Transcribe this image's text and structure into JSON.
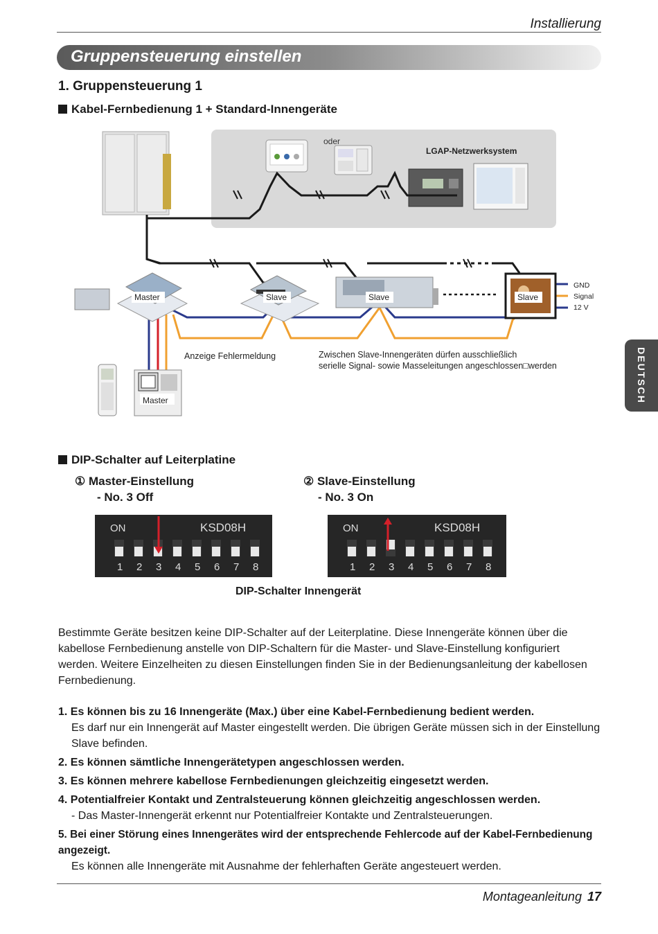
{
  "header": {
    "section": "Installierung"
  },
  "banner": {
    "title": "Gruppensteuerung einstellen"
  },
  "heading1": "1. Gruppensteuerung 1",
  "heading2": "Kabel-Fernbedienung 1 + Standard-Innengeräte",
  "diagram": {
    "oder": "oder",
    "network": "LGAP-Netzwerksystem",
    "unit_labels": [
      "Master",
      "Slave",
      "Slave",
      "Slave"
    ],
    "signal_labels": [
      "GND",
      "Signal",
      "12 V"
    ],
    "error_note": "Anzeige Fehlermeldung",
    "slave_note_line1": "Zwischen Slave-Innengeräten dürfen ausschließlich",
    "slave_note_line2": "serielle Signal- sowie Masseleitungen angeschlossen□werden",
    "remote_label": "Master"
  },
  "side_tab": "DEUTSCH",
  "dip": {
    "heading": "DIP-Schalter auf Leiterplatine",
    "master_title": "① Master-Einstellung",
    "master_setting": "- No. 3 Off",
    "slave_title": "② Slave-Einstellung",
    "slave_setting": "- No. 3 On",
    "switch_on": "ON",
    "switch_model": "KSD08H",
    "switch_numbers": [
      "1",
      "2",
      "3",
      "4",
      "5",
      "6",
      "7",
      "8"
    ],
    "caption": "DIP-Schalter Innengerät"
  },
  "paragraph": "Bestimmte Geräte besitzen keine DIP-Schalter auf der Leiterplatine. Diese Innengeräte können über die kabellose Fernbedienung anstelle von DIP-Schaltern für die Master- und Slave-Einstellung konfiguriert werden. Weitere Einzelheiten zu diesen Einstellungen finden Sie in der Bedienungsanleitung der kabellosen Fernbedienung.",
  "list": [
    {
      "lead": "1. Es können bis zu 16 Innengeräte (Max.) über eine Kabel-Fernbedienung bedient werden.",
      "sub": "Es darf nur ein Innengerät auf Master eingestellt werden. Die übrigen Geräte müssen sich in der Einstellung Slave befinden."
    },
    {
      "lead": "2. Es können sämtliche Innengerätetypen angeschlossen werden.",
      "sub": ""
    },
    {
      "lead": "3. Es können mehrere kabellose Fernbedienungen gleichzeitig eingesetzt werden.",
      "sub": ""
    },
    {
      "lead": "4. Potentialfreier Kontakt und Zentralsteuerung können gleichzeitig angeschlossen werden.",
      "sub": "- Das Master-Innengerät erkennt nur Potentialfreier Kontakte und Zentralsteuerungen."
    },
    {
      "lead": "5. Bei einer Störung eines Innengerätes wird der entsprechende Fehlercode auf der Kabel-Fernbedienung angezeigt.",
      "sub": "Es können alle Innengeräte mit Ausnahme der fehlerhaften Geräte angesteuert werden."
    }
  ],
  "footer": {
    "manual": "Montageanleitung",
    "page": "17"
  },
  "colors": {
    "red": "#d4202a",
    "blue": "#2a3a8c",
    "orange": "#f0a030",
    "black": "#1a1a1a"
  }
}
